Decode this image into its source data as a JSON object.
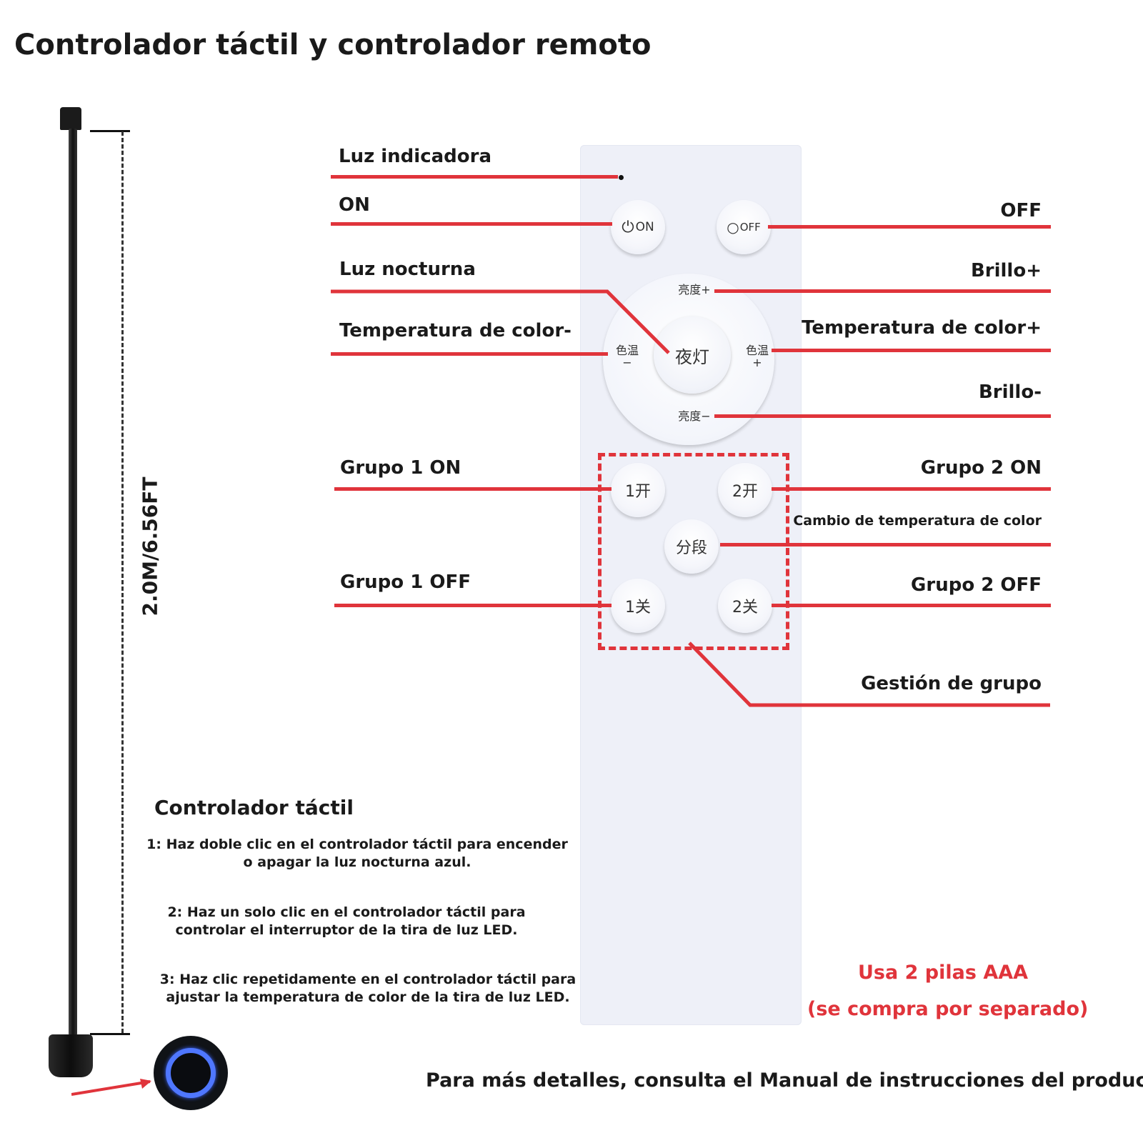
{
  "title": "Controlador táctil y controlador remoto",
  "dimension_label": "2.0M/6.56FT",
  "left_labels": {
    "indicator": "Luz indicadora",
    "on": "ON",
    "night_light": "Luz nocturna",
    "color_temp_minus": "Temperatura de color-",
    "group1_on": "Grupo 1 ON",
    "group1_off": "Grupo 1 OFF"
  },
  "right_labels": {
    "off": "OFF",
    "brightness_plus": "Brillo+",
    "color_temp_plus": "Temperatura de color+",
    "brightness_minus": "Brillo-",
    "group2_on": "Grupo 2 ON",
    "color_temp_change": "Cambio de temperatura de color",
    "group2_off": "Grupo 2 OFF",
    "group_management": "Gestión de grupo"
  },
  "remote_buttons": {
    "on": "ON",
    "off": "OFF",
    "bright_plus": "亮度+",
    "bright_minus": "亮度−",
    "temp_minus": "色温",
    "temp_minus_sign": "−",
    "temp_plus": "色温",
    "temp_plus_sign": "+",
    "night": "夜灯",
    "g1_on": "1开",
    "g2_on": "2开",
    "segment": "分段",
    "g1_off": "1关",
    "g2_off": "2关"
  },
  "touch_controller": {
    "title": "Controlador táctil",
    "steps": [
      "1: Haz doble clic en el controlador táctil para encender o apagar la luz nocturna azul.",
      "2: Haz un solo clic en el controlador táctil para controlar el interruptor de la tira de luz LED.",
      "3: Haz clic repetidamente en el controlador táctil para ajustar la temperatura de color de la tira de luz LED."
    ]
  },
  "battery_note": {
    "line1": "Usa 2 pilas AAA",
    "line2": "(se compra por separado)"
  },
  "footer": "Para más detalles, consulta el Manual de instrucciones del producto.",
  "colors": {
    "accent_red": "#e0343b",
    "ring_blue": "#4f77ff",
    "remote_body": "#eef0f8"
  }
}
